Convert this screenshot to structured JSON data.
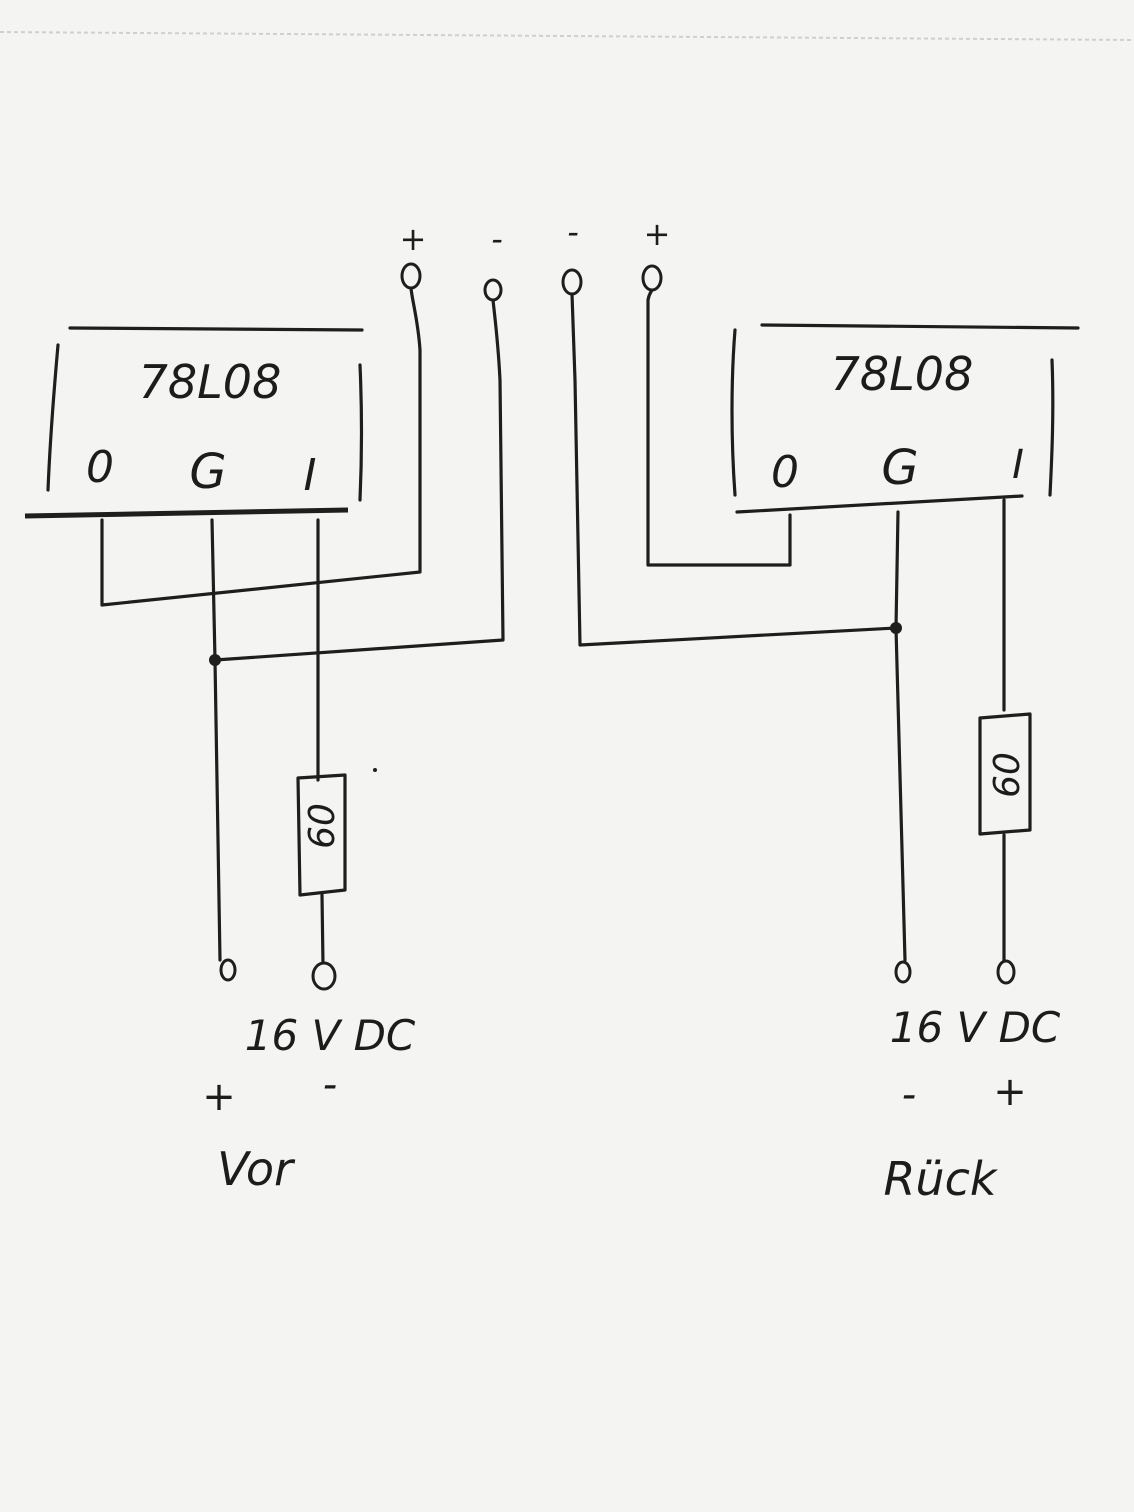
{
  "top_terminals": [
    {
      "sign": "+"
    },
    {
      "sign": "-"
    },
    {
      "sign": "-"
    },
    {
      "sign": "+"
    }
  ],
  "left_regulator": {
    "part": "78L08",
    "pins": [
      "0",
      "G",
      "I"
    ],
    "resistor": "60"
  },
  "right_regulator": {
    "part": "78L08",
    "pins": [
      "0",
      "G",
      "I"
    ],
    "resistor": "60"
  },
  "left_supply": {
    "voltage": "16 V DC",
    "polarity": [
      "+",
      "-"
    ],
    "label": "Vor"
  },
  "right_supply": {
    "voltage": "16 V DC",
    "polarity": [
      "-",
      "+"
    ],
    "label": "Rück"
  }
}
